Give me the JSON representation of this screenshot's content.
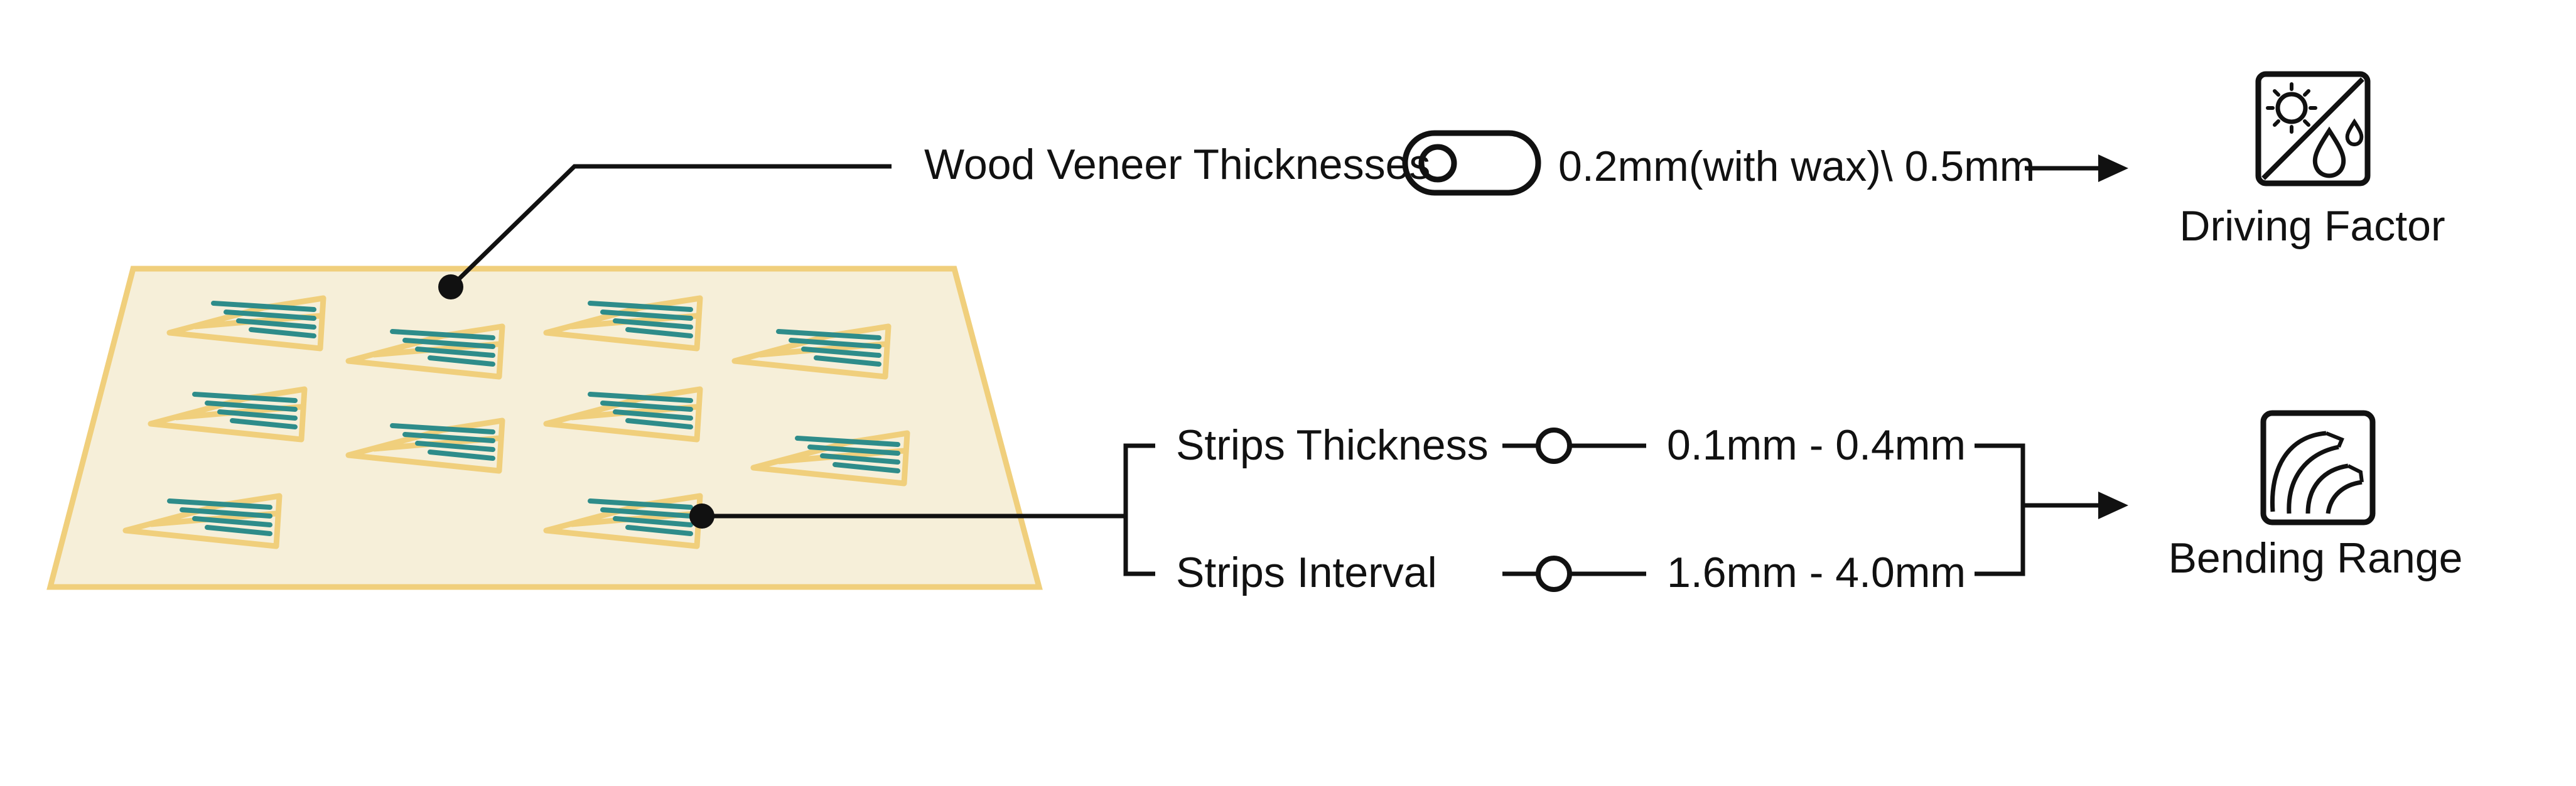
{
  "labels": {
    "veneer_thickness": "Wood Veneer Thicknesses",
    "veneer_values": "0.2mm(with wax)\\ 0.5mm",
    "strips_thickness": "Strips Thickness",
    "strips_thickness_values": "0.1mm - 0.4mm",
    "strips_interval": "Strips Interval",
    "strips_interval_values": "1.6mm - 4.0mm",
    "driving_factor": "Driving Factor",
    "bending_range": "Bending Range"
  },
  "icons": {
    "sheet": "wood-veneer-sheet",
    "toggle": "toggle-switch-icon",
    "slider": "slider-knob-icon",
    "weather": "sun-and-water-drop-icon",
    "bending": "bending-curves-icon"
  },
  "colors": {
    "sheet_fill": "#f6efd9",
    "sheet_stroke": "#f0cf7c",
    "strip": "#2e8c8a",
    "ink": "#111111"
  }
}
